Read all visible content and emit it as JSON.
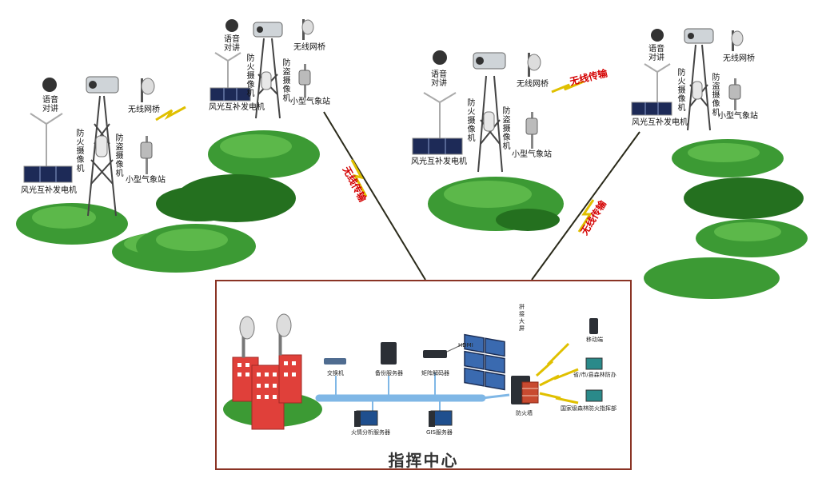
{
  "sites": [
    {
      "voice": "语音对讲",
      "fire_cam": "防火摄像机",
      "theft_cam": "防盗摄像机",
      "bridge": "无线网桥",
      "weather": "小型气象站",
      "power": "风光互补发电机"
    },
    {
      "voice": "语音对讲",
      "fire_cam": "防火摄像机",
      "theft_cam": "防盗摄像机",
      "bridge": "无线网桥",
      "weather": "小型气象站",
      "power": "风光互补发电机"
    },
    {
      "voice": "语音对讲",
      "fire_cam": "防火摄像机",
      "theft_cam": "防盗摄像机",
      "bridge": "无线网桥",
      "weather": "小型气象站",
      "power": "风光互补发电机"
    },
    {
      "voice": "语音对讲",
      "fire_cam": "防火摄像机",
      "theft_cam": "防盗摄像机",
      "bridge": "无线网桥",
      "weather": "小型气象站",
      "power": "风光互补发电机"
    }
  ],
  "links": [
    "无线传输",
    "无线传输",
    "无线传输"
  ],
  "center": {
    "title": "指挥中心",
    "switch": "交换机",
    "backup": "备份服务器",
    "decoder": "矩阵解码器",
    "hdmi": "HDMI",
    "screen": "拼接大屏",
    "analysis": "火情分析服务器",
    "gis": "GIS服务器",
    "firewall": "防火墙",
    "mobile": "移动端",
    "province": "省/市/县森林防办",
    "national": "国家级森林防火指挥部"
  },
  "colors": {
    "frame": "#8a3324",
    "link_label": "#d40000",
    "hill": "#3c9a34",
    "hill_dark": "#24701f",
    "bus": "#7fb7e6",
    "building": "#e0403a"
  }
}
